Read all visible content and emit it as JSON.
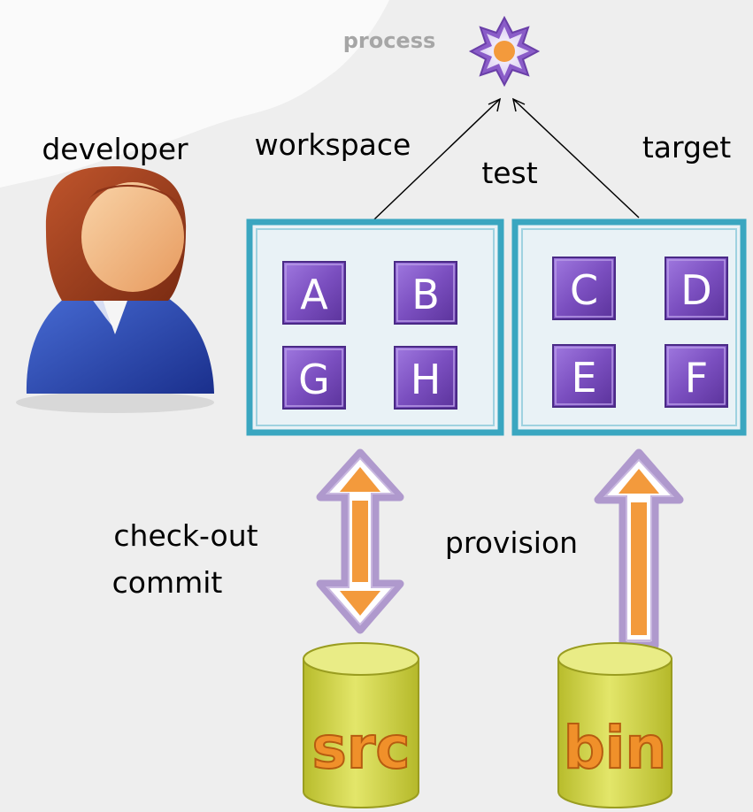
{
  "labels": {
    "process": "process",
    "developer": "developer",
    "workspace": "workspace",
    "test": "test",
    "target": "target",
    "checkout": "check-out",
    "commit": "commit",
    "provision": "provision"
  },
  "workspace_modules": [
    "A",
    "B",
    "G",
    "H"
  ],
  "target_modules": [
    "C",
    "D",
    "E",
    "F"
  ],
  "repositories": {
    "src": "src",
    "bin": "bin"
  },
  "colors": {
    "background": "#eeeeee",
    "module": "#7b4fc0",
    "box_border": "#3aa6c0",
    "arrow": "#f39a3c",
    "arrow_glow": "#a58bc8",
    "cylinder": "#d2d64c",
    "repo_text": "#f0902a",
    "gear": "#8a5cc8",
    "gear_center": "#f39a3c"
  }
}
